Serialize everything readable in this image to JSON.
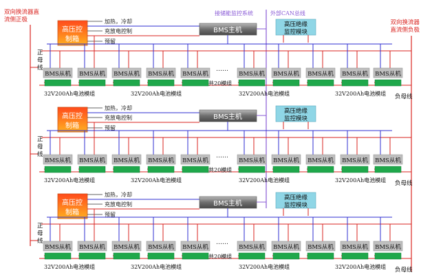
{
  "header": {
    "left_label": "双向换流器直流侧正极",
    "right_label": "双向换流器直流侧负极",
    "monitor_label": "接储能监控系统",
    "can_label": "外部CAN总线"
  },
  "groups": [
    {
      "hv_box": "高压控制箱",
      "functions": [
        "加热，冷却",
        "充放电控制",
        "预留"
      ],
      "host": "BMS主机",
      "insulation": "高压绝缘监控模块",
      "pos_bus": "正母线",
      "neg_bus": "负母线",
      "slave_label": "BMS从机",
      "ellipsis": "……",
      "total": "共20模组",
      "module_label": "32V200Ah电池模组"
    },
    {
      "hv_box": "高压控制箱",
      "functions": [
        "加热，冷却",
        "充放电控制",
        "预留"
      ],
      "host": "BMS主机",
      "insulation": "高压绝缘监控模块",
      "pos_bus": "正母线",
      "neg_bus": "负母线",
      "slave_label": "BMS从机",
      "ellipsis": "……",
      "total": "共20模组",
      "module_label": "32V200Ah电池模组"
    },
    {
      "hv_box": "高压控制箱",
      "functions": [
        "加热，冷却",
        "充放电控制",
        "预留"
      ],
      "host": "BMS主机",
      "insulation": "高压绝缘监控模块",
      "pos_bus": "正母线",
      "neg_bus": "负母线",
      "slave_label": "BMS从机",
      "ellipsis": "……",
      "total": "共20模组",
      "module_label": "32V200Ah电池模组"
    }
  ],
  "colors": {
    "red": "#d9231f",
    "blue": "#2c2cd0",
    "purple": "#8a5bd6",
    "slave": "#bfbfbf",
    "module": "#1fa84b",
    "insulation": "#8fd6e6"
  }
}
